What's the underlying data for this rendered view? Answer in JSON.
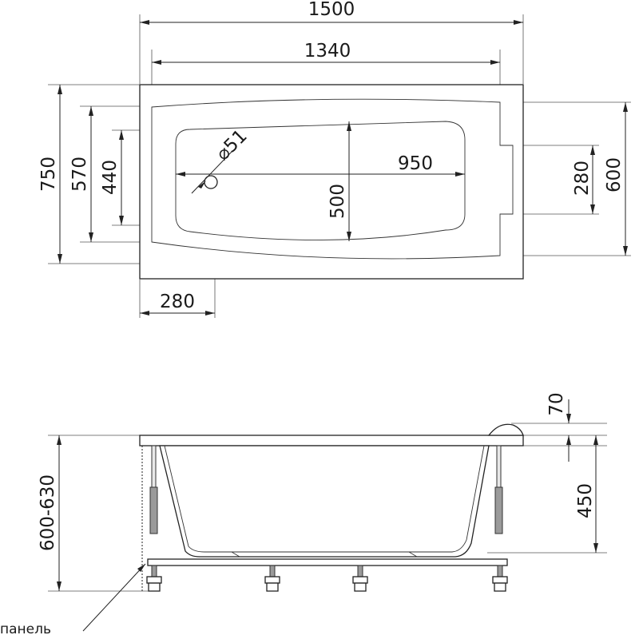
{
  "top_view": {
    "dims": {
      "total_length": "1500",
      "inner_length": "1340",
      "total_width": "750",
      "width_570": "570",
      "width_440": "440",
      "drain_diameter": "⌀51",
      "bottom_length": "950",
      "bottom_width": "500",
      "headrest_width": "280",
      "inner_width": "600",
      "drain_offset": "280"
    }
  },
  "side_view": {
    "dims": {
      "rim_height": "70",
      "depth": "450",
      "total_height": "600-630"
    },
    "panel_label": "панель"
  }
}
